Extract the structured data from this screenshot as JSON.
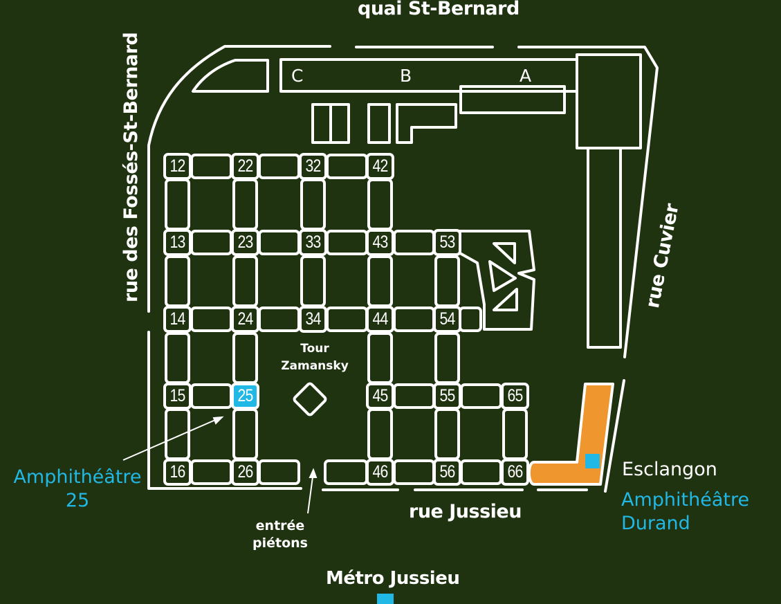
{
  "streets": {
    "north": "quai St-Bernard",
    "west": "rue des Fossés-St-Bernard",
    "east": "rue Cuvier",
    "south": "rue Jussieu"
  },
  "buildings": {
    "letters": [
      "C",
      "B",
      "A"
    ],
    "towers": [
      {
        "id": "12",
        "label": "12"
      },
      {
        "id": "22",
        "label": "22"
      },
      {
        "id": "32",
        "label": "32"
      },
      {
        "id": "42",
        "label": "42"
      },
      {
        "id": "13",
        "label": "13"
      },
      {
        "id": "23",
        "label": "23"
      },
      {
        "id": "33",
        "label": "33"
      },
      {
        "id": "43",
        "label": "43"
      },
      {
        "id": "53",
        "label": "53"
      },
      {
        "id": "14",
        "label": "14"
      },
      {
        "id": "24",
        "label": "24"
      },
      {
        "id": "34",
        "label": "34"
      },
      {
        "id": "44",
        "label": "44"
      },
      {
        "id": "54",
        "label": "54"
      },
      {
        "id": "15",
        "label": "15"
      },
      {
        "id": "25",
        "label": "25"
      },
      {
        "id": "45",
        "label": "45"
      },
      {
        "id": "55",
        "label": "55"
      },
      {
        "id": "65",
        "label": "65"
      },
      {
        "id": "16",
        "label": "16"
      },
      {
        "id": "26",
        "label": "26"
      },
      {
        "id": "46",
        "label": "46"
      },
      {
        "id": "56",
        "label": "56"
      },
      {
        "id": "66",
        "label": "66"
      }
    ],
    "highlighted_tower": "25"
  },
  "labels": {
    "tour": [
      "Tour",
      "Zamansky"
    ],
    "amphi25": [
      "Amphithéâtre",
      "25"
    ],
    "entree": [
      "entrée",
      "piétons"
    ],
    "esclangon": "Esclangon",
    "durand": [
      "Amphithéâtre",
      "Durand"
    ],
    "metro": "Métro Jussieu"
  },
  "colors": {
    "background": "#1f3310",
    "lines": "#ffffff",
    "highlight": "#22b8e6",
    "esclangon_building": "#f0962e"
  }
}
